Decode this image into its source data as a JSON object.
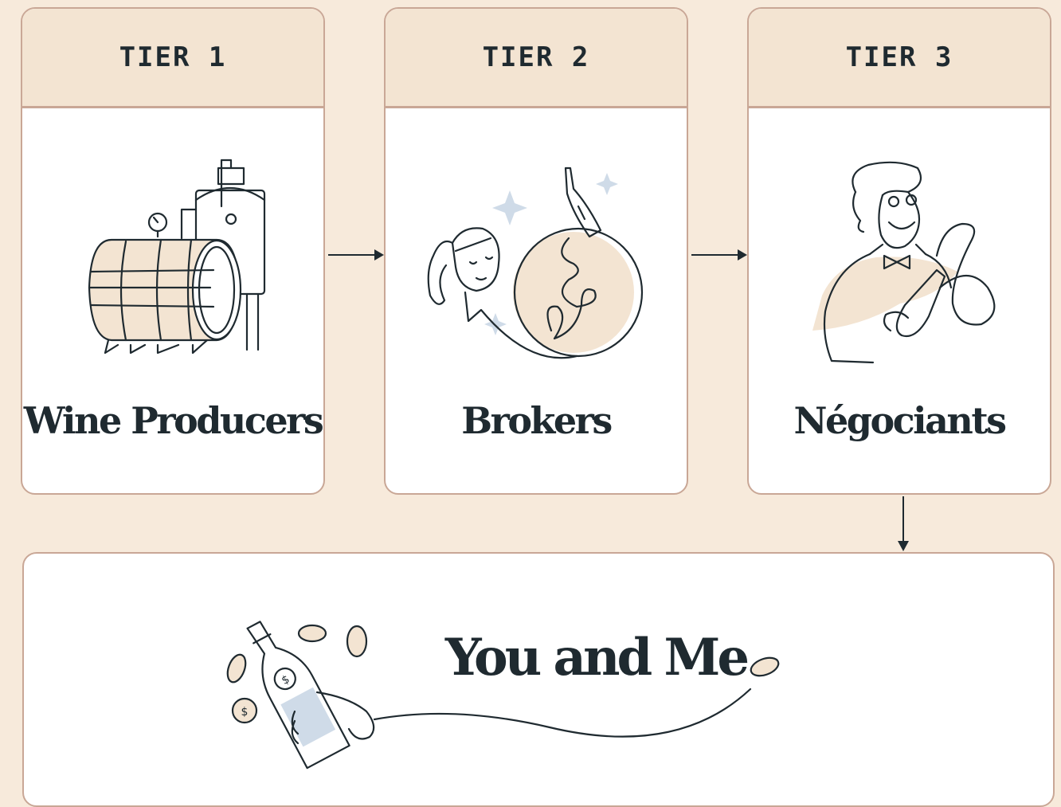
{
  "tiers": [
    {
      "header": "TIER 1",
      "label": "Wine Producers",
      "icon": "wine-barrel-icon"
    },
    {
      "header": "TIER 2",
      "label": "Brokers",
      "icon": "broker-icon"
    },
    {
      "header": "TIER 3",
      "label": "Négociants",
      "icon": "negociant-icon"
    }
  ],
  "consumer": {
    "label": "You and Me",
    "icon": "wine-bottle-coins-icon"
  },
  "colors": {
    "background": "#f7eadb",
    "header": "#f3e4d2",
    "border": "#c9a796",
    "ink": "#1f2a30",
    "accent_blue": "#cfdbe8"
  }
}
